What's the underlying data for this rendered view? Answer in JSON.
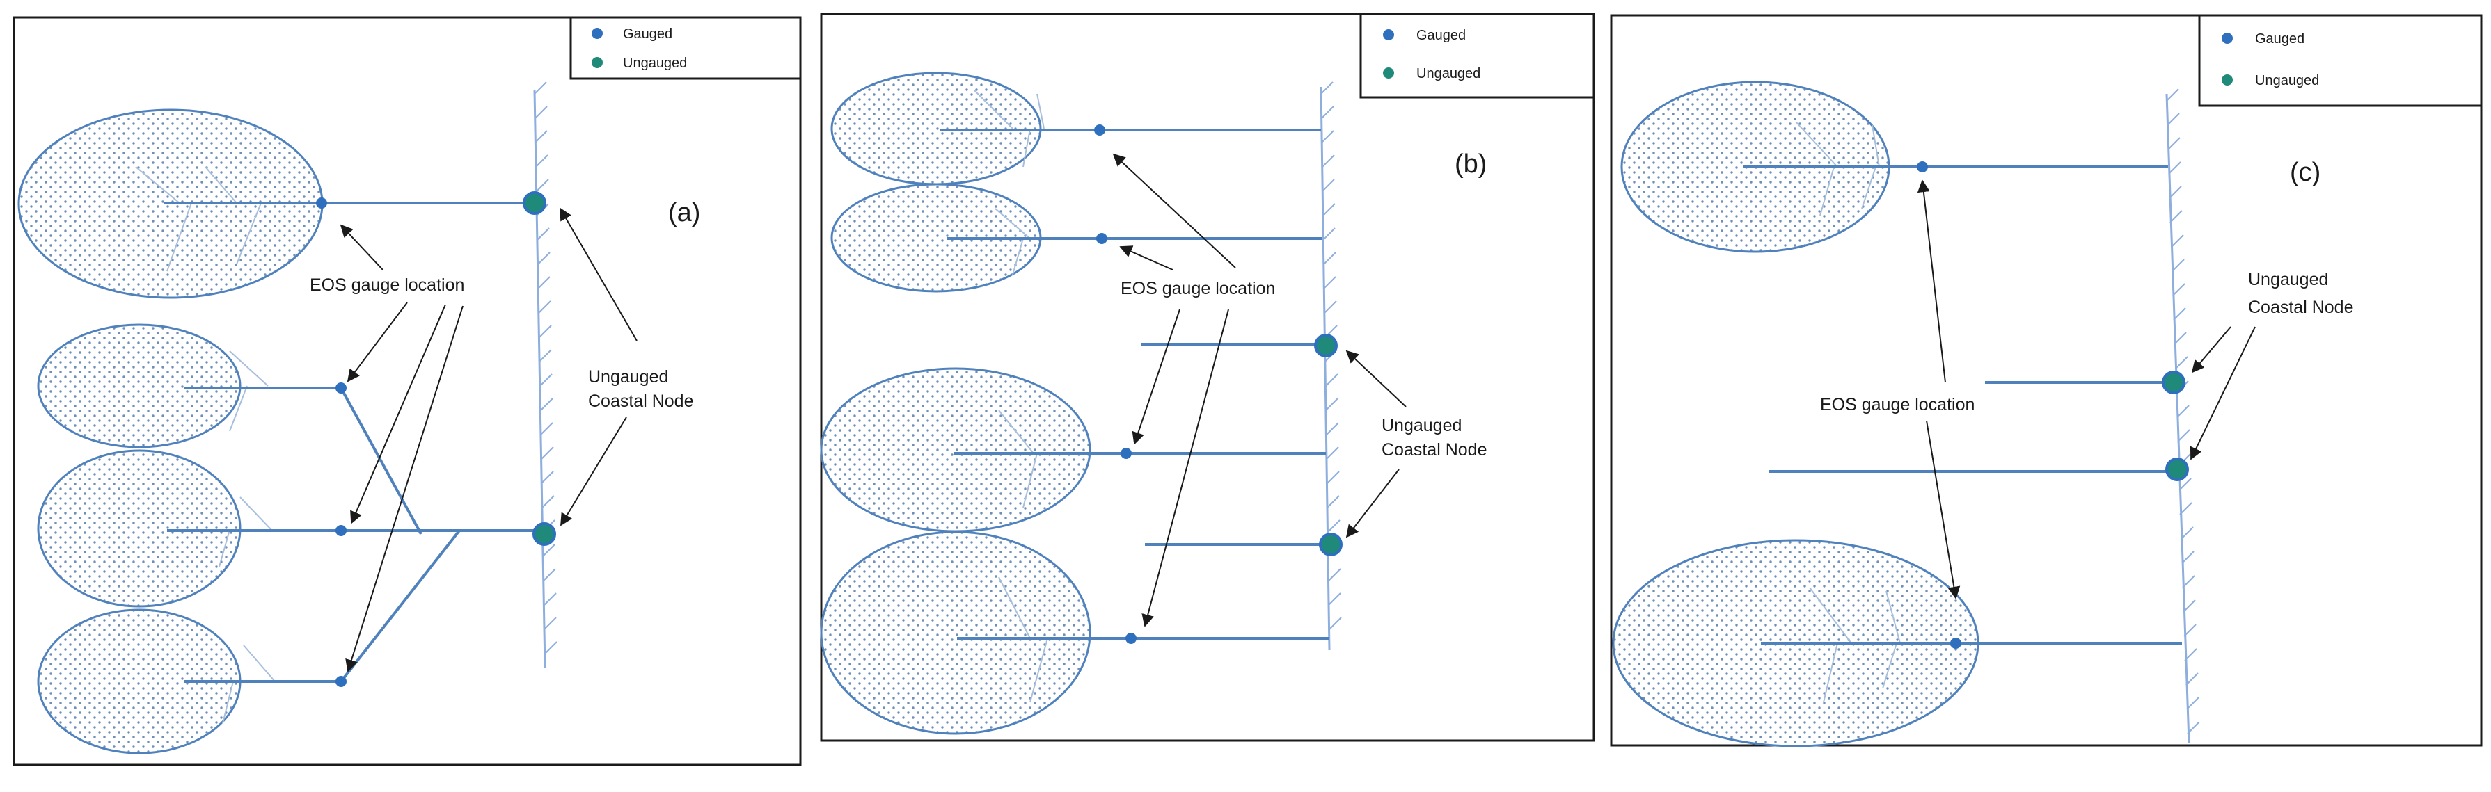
{
  "colors": {
    "gauged": "#2e6fbe",
    "ungauged": "#1f8a7a",
    "ungauged_ring": "#2e6fbe",
    "river": "#4f81bd",
    "basin_outline": "#4f81bd",
    "basin_dots": "#6e8fb8",
    "coastline": "#8eaede",
    "frame": "#1a1a1a"
  },
  "legend": {
    "gauged": "Gauged",
    "ungauged": "Ungauged"
  },
  "panels": [
    {
      "label": "(a)",
      "eos_label": "EOS gauge location",
      "coastal_label_1": "Ungauged",
      "coastal_label_2": "Coastal Node"
    },
    {
      "label": "(b)",
      "eos_label": "EOS gauge location",
      "coastal_label_1": "Ungauged",
      "coastal_label_2": "Coastal Node"
    },
    {
      "label": "(c)",
      "eos_label": "EOS gauge location",
      "coastal_label_1": "Ungauged",
      "coastal_label_2": "Coastal Node"
    }
  ]
}
